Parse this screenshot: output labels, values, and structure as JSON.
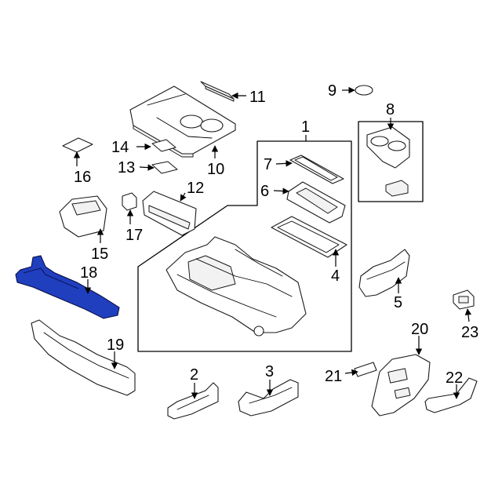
{
  "diagram": {
    "highlight_color": "#1f3fbf",
    "callouts": [
      {
        "id": "1",
        "label": "1"
      },
      {
        "id": "2",
        "label": "2"
      },
      {
        "id": "3",
        "label": "3"
      },
      {
        "id": "4",
        "label": "4"
      },
      {
        "id": "5",
        "label": "5"
      },
      {
        "id": "6",
        "label": "6"
      },
      {
        "id": "7",
        "label": "7"
      },
      {
        "id": "8",
        "label": "8"
      },
      {
        "id": "9",
        "label": "9"
      },
      {
        "id": "10",
        "label": "10"
      },
      {
        "id": "11",
        "label": "11"
      },
      {
        "id": "12",
        "label": "12"
      },
      {
        "id": "13",
        "label": "13"
      },
      {
        "id": "14",
        "label": "14"
      },
      {
        "id": "15",
        "label": "15"
      },
      {
        "id": "16",
        "label": "16"
      },
      {
        "id": "17",
        "label": "17"
      },
      {
        "id": "18",
        "label": "18"
      },
      {
        "id": "19",
        "label": "19"
      },
      {
        "id": "20",
        "label": "20"
      },
      {
        "id": "21",
        "label": "21"
      },
      {
        "id": "22",
        "label": "22"
      },
      {
        "id": "23",
        "label": "23"
      }
    ]
  }
}
